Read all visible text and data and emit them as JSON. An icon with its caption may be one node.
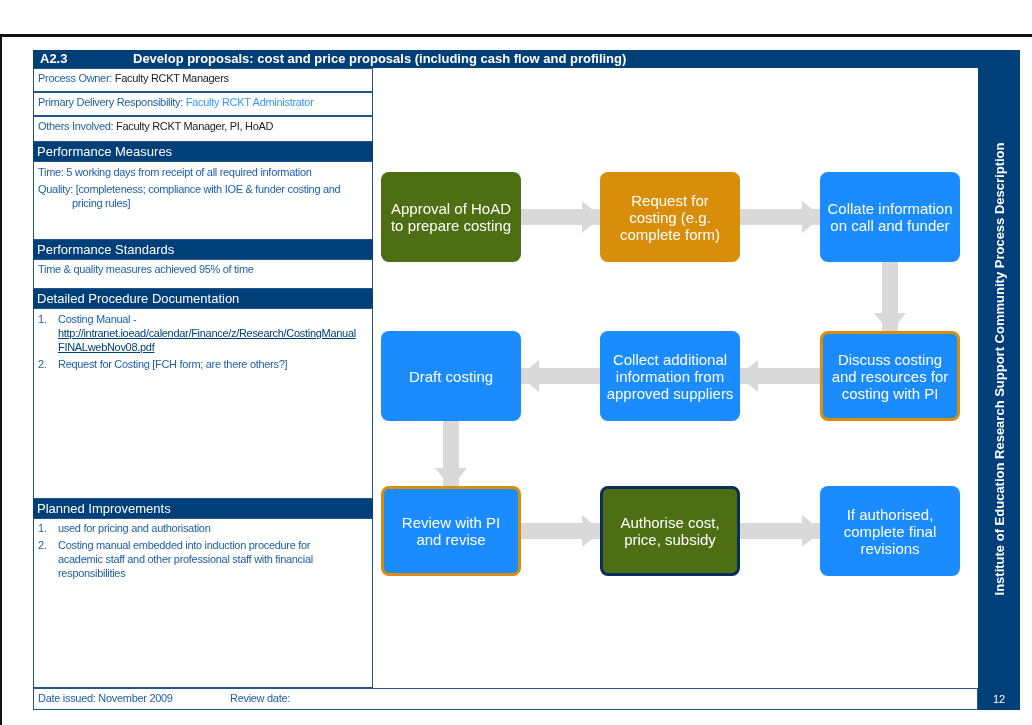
{
  "diagram": {
    "title": "Develop proposals: cost and price proposals (including cash flow and profiling)",
    "nodes": [
      {
        "text": [
          "Approval of HoAD to prepare costing"
        ]
      },
      {
        "text": [
          "Request for costing (e.g. complete form)"
        ]
      },
      {
        "text": [
          "Collate information on call and funder"
        ]
      },
      {
        "text": [
          "Draft costing"
        ]
      },
      {
        "text": [
          "Collect additional information from approved suppliers"
        ]
      },
      {
        "text": [
          "Discuss costing and resources for costing with PI"
        ]
      },
      {
        "text": [
          "Review with PI and revise"
        ]
      },
      {
        "text": [
          "Authorise cost, price, subsidy"
        ]
      },
      {
        "text": [
          "If authorised, complete final revisions"
        ]
      }
    ],
    "edges": [
      {
        "from": 0,
        "to": 1,
        "arrow": "to"
      },
      {
        "from": 1,
        "to": 2,
        "arrow": "to"
      },
      {
        "from": 2,
        "to": 5,
        "arrow": "to"
      },
      {
        "from": 5,
        "to": 4,
        "arrow": "to"
      },
      {
        "from": 4,
        "to": 3,
        "arrow": "to"
      },
      {
        "from": 3,
        "to": 6,
        "arrow": "to"
      },
      {
        "from": 6,
        "to": 7,
        "arrow": "to"
      },
      {
        "from": 7,
        "to": 8,
        "arrow": "to"
      }
    ],
    "labels": [
      "A2.3",
      "Process Owner:",
      "Faculty RCKT Managers",
      "Primary Delivery Responsibility:",
      "Faculty RCKT Administrator",
      "Others Involved:",
      "Faculty RCKT Manager, PI, HoAD",
      "Performance Measures",
      "Time: 5 working days from receipt of all required information",
      "Quality: [completeness; compliance with IOE & funder costing and pricing rules]",
      "Performance Standards",
      "Time & quality measures achieved 95% of time",
      "Detailed Procedure Documentation",
      "1.",
      "Costing Manual -",
      "http://intranet.ioead/calendar/Finance/z/Research/CostingManualFINALwebNov08.pdf",
      "2.",
      "Request for Costing [FCH form; are there others?]",
      "Planned Improvements",
      "1.",
      "used for pricing and authorisation",
      "2.",
      "Costing manual embedded into induction procedure for academic staff and other professional staff with financial responsibilities",
      "Institute of Education Research Support Community Process Description",
      "Date issued: November 2009",
      "Review date:",
      "12"
    ]
  }
}
